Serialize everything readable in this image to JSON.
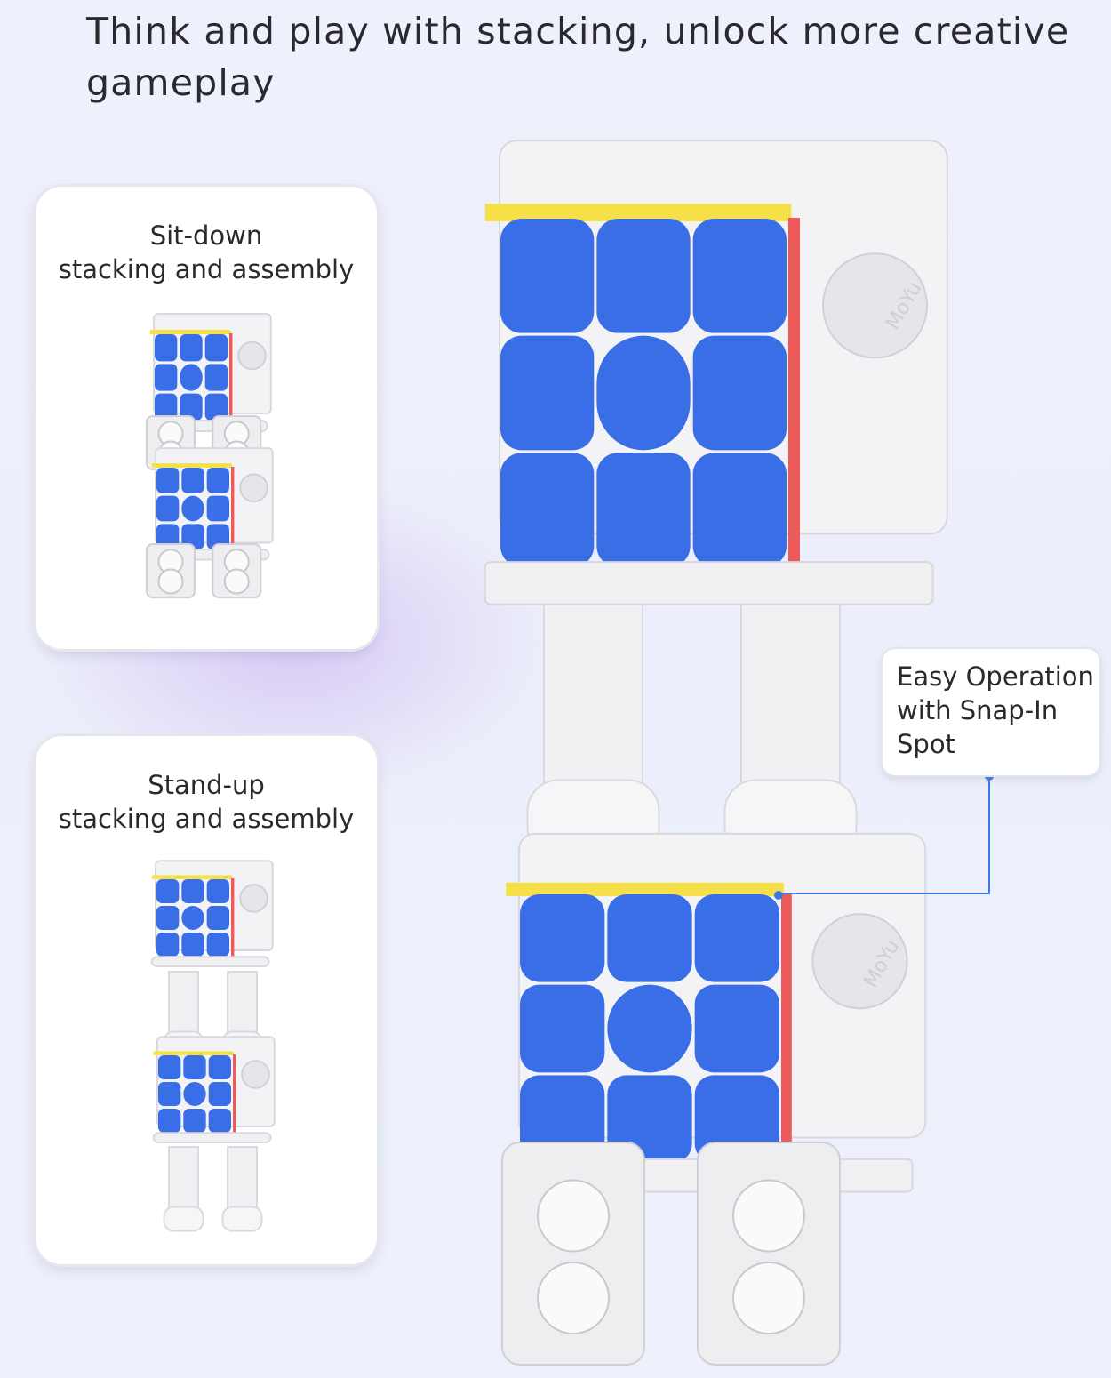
{
  "title": "Think and play with stacking, unlock more creative gameplay",
  "cards": [
    {
      "label": "Sit-down\nstacking and assembly",
      "mode": "sit"
    },
    {
      "label": "Stand-up\nstacking and assembly",
      "mode": "stand"
    }
  ],
  "callout": {
    "text": "Easy Operation with Snap-In Spot"
  },
  "product": {
    "logo": "MoYu"
  },
  "colors": {
    "cube_blue": "#3a6ee6",
    "top_yellow": "#f5e04a",
    "side_red": "#ec5a5a",
    "body_white": "#f3f3f5",
    "callout_line": "#3b7be0"
  }
}
